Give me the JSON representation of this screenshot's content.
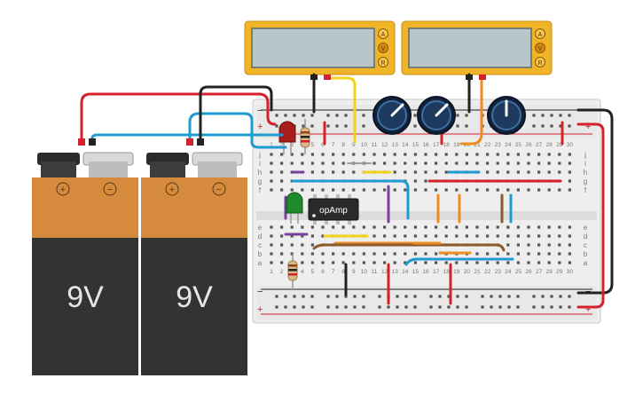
{
  "multimeters": [
    {
      "display": "",
      "modes": [
        "A",
        "V",
        "R"
      ],
      "selected_mode": "V"
    },
    {
      "display": "",
      "modes": [
        "A",
        "V",
        "R"
      ],
      "selected_mode": "V"
    }
  ],
  "batteries": [
    {
      "label": "9V",
      "positive_symbol": "+",
      "negative_symbol": "−"
    },
    {
      "label": "9V",
      "positive_symbol": "+",
      "negative_symbol": "−"
    }
  ],
  "breadboard": {
    "row_letters_top": [
      "j",
      "i",
      "h",
      "g",
      "f"
    ],
    "row_letters_bottom": [
      "e",
      "d",
      "c",
      "b",
      "a"
    ],
    "rail_plus": "+",
    "rail_minus": "−",
    "column_numbers": [
      "1",
      "2",
      "3",
      "4",
      "5",
      "6",
      "7",
      "8",
      "9",
      "10",
      "11",
      "12",
      "13",
      "14",
      "15",
      "16",
      "17",
      "18",
      "19",
      "20",
      "21",
      "22",
      "23",
      "24",
      "25",
      "26",
      "27",
      "28",
      "29",
      "30"
    ]
  },
  "chip": {
    "label": "opAmp"
  },
  "colors": {
    "battery_top": "#d58a3e",
    "battery_bottom": "#333333",
    "multimeter_body": "#f0b429",
    "wire_red": "#d3212d",
    "wire_black": "#222222",
    "wire_blue": "#1f9bd1",
    "wire_yellow": "#f2d21b",
    "wire_orange": "#f08c1d",
    "wire_purple": "#7b3fa0",
    "wire_brown": "#8b5a2b",
    "pot_knob": "#1e3a5f",
    "led_red": "#a81c1c",
    "led_green": "#1f8a2a"
  }
}
